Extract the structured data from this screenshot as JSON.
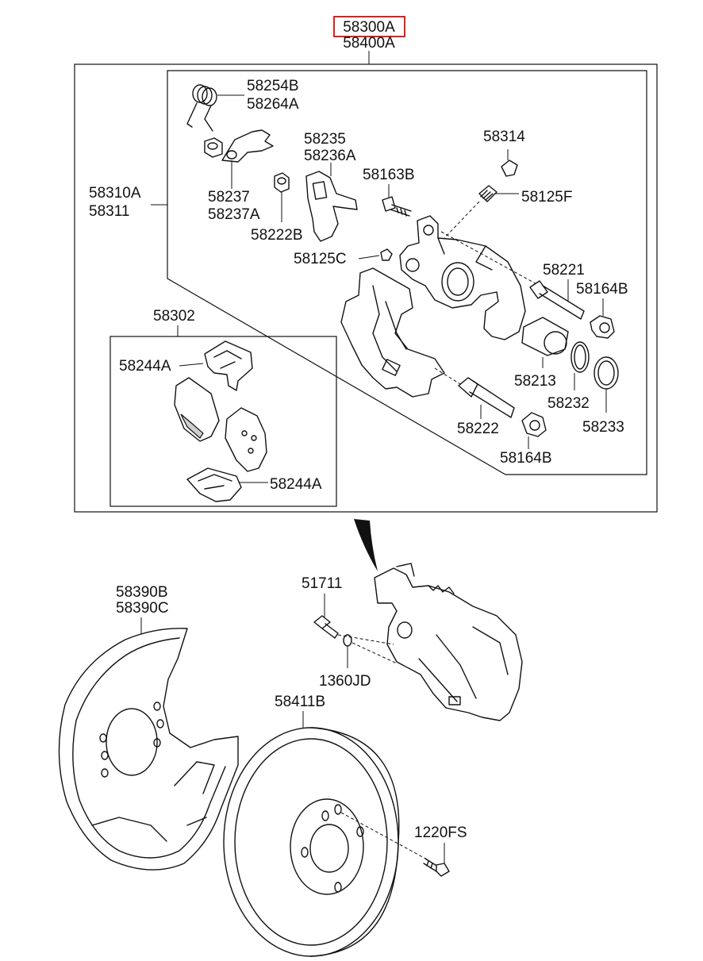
{
  "labels": {
    "assembly_highlighted": "58300A",
    "assembly_alt": "58400A",
    "caliper_body_a": "58310A",
    "caliper_body_b": "58311",
    "spring_a": "58254B",
    "spring_b": "58264A",
    "bushing_nut": "58222B",
    "clip_a": "58237",
    "clip_b": "58237A",
    "bracket_a": "58235",
    "bracket_b": "58236A",
    "bolt_top": "58163B",
    "cap": "58314",
    "bleeder": "58125F",
    "bleeder_small": "58125C",
    "guide_pin_upper": "58221",
    "boot_upper": "58164B",
    "piston": "58213",
    "piston_seal": "58232",
    "piston_boot": "58233",
    "guide_pin_lower": "58222",
    "boot_lower": "58164B",
    "pad_kit": "58302",
    "shim_upper": "58244A",
    "shim_lower": "58244A",
    "shield_a": "58390B",
    "shield_b": "58390C",
    "mount_bolt": "51711",
    "washer": "1360JD",
    "disc": "58411B",
    "disc_screw": "1220FS"
  },
  "colors": {
    "line": "#111111",
    "highlight": "#e0201b",
    "background": "#ffffff"
  }
}
